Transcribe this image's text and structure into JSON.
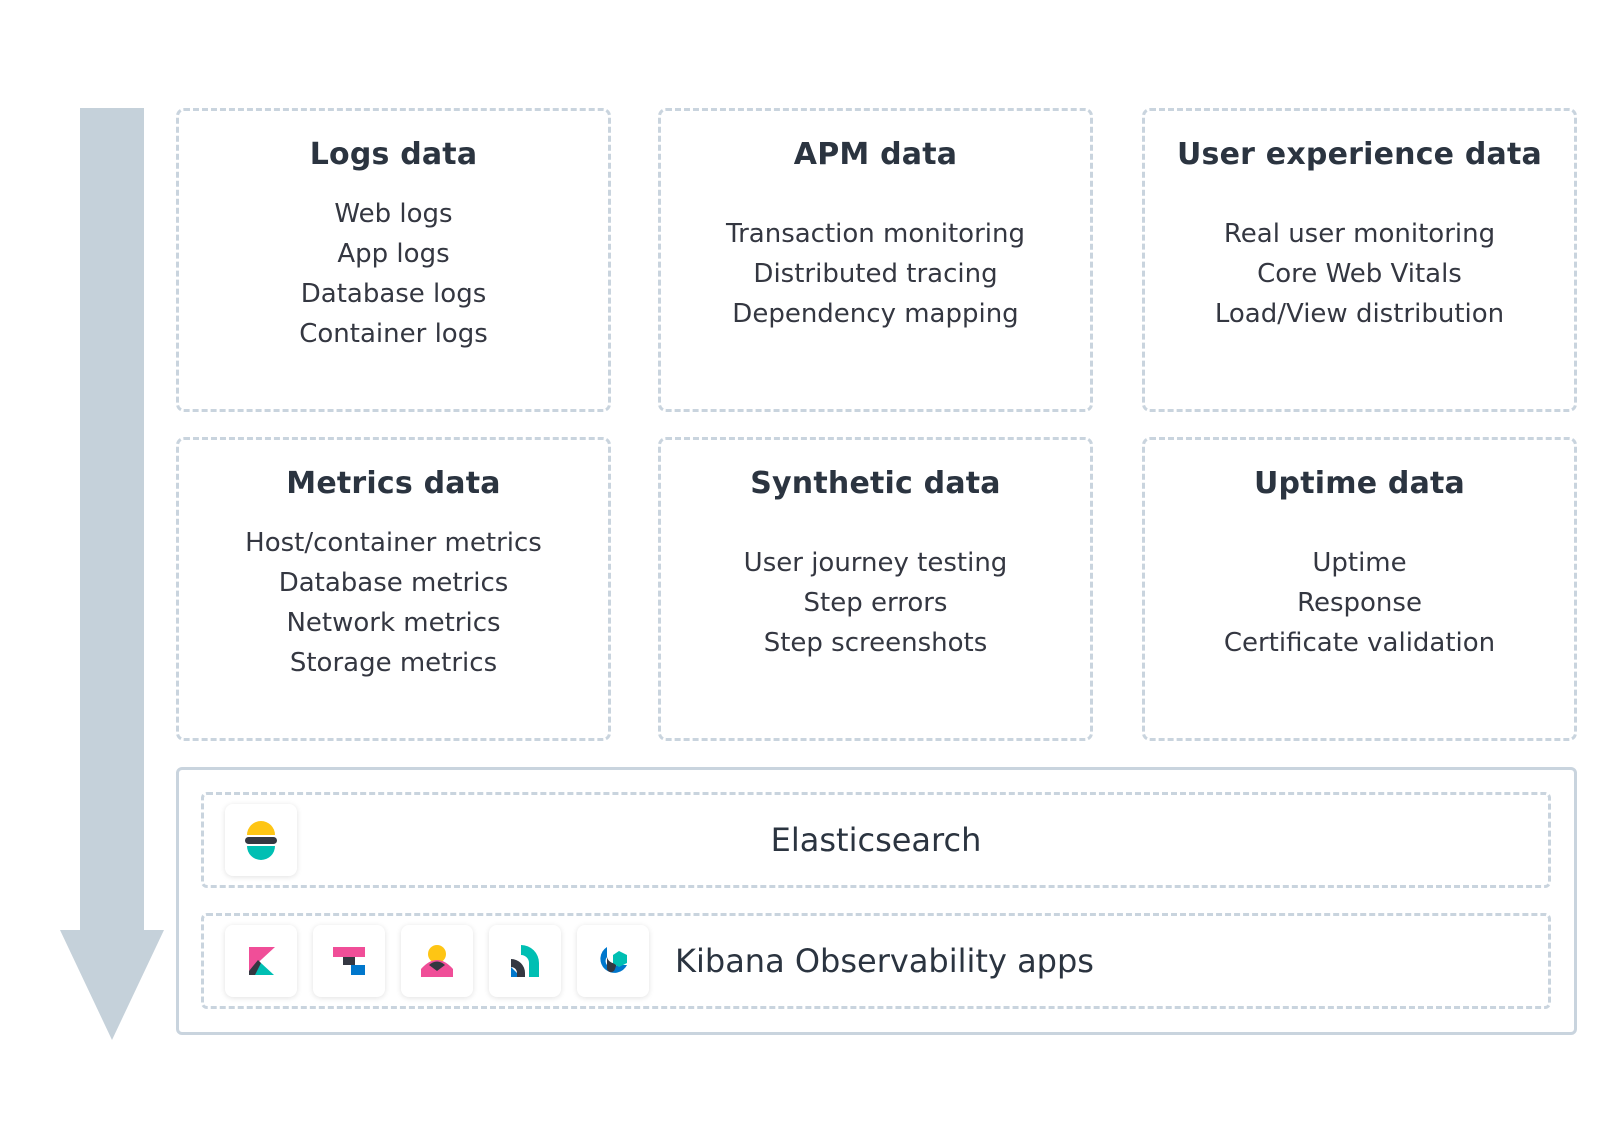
{
  "boxes": [
    {
      "title": "Logs data",
      "items": [
        "Web logs",
        "App logs",
        "Database logs",
        "Container logs"
      ]
    },
    {
      "title": "APM data",
      "items": [
        "Transaction monitoring",
        "Distributed tracing",
        "Dependency mapping"
      ]
    },
    {
      "title": "User experience data",
      "items": [
        "Real user monitoring",
        "Core Web Vitals",
        "Load/View distribution"
      ]
    },
    {
      "title": "Metrics data",
      "items": [
        "Host/container metrics",
        "Database metrics",
        "Network metrics",
        "Storage metrics"
      ]
    },
    {
      "title": "Synthetic data",
      "items": [
        "User journey testing",
        "Step errors",
        "Step screenshots"
      ]
    },
    {
      "title": "Uptime data",
      "items": [
        "Uptime",
        "Response",
        "Certificate validation"
      ]
    }
  ],
  "platform": {
    "elasticsearch_label": "Elasticsearch",
    "kibana_label": "Kibana Observability apps",
    "elasticsearch_icon": "elasticsearch-logo-icon",
    "kibana_icons": [
      "kibana-logo-icon",
      "observability-logo-icon",
      "uptime-logo-icon",
      "apm-logo-icon",
      "metrics-logo-icon"
    ]
  },
  "colors": {
    "arrow": "#c5d1da",
    "border": "#c9d4de",
    "title_text": "#2b3440",
    "body_text": "#343741",
    "elastic_yellow": "#fec514",
    "elastic_teal": "#00bfb3",
    "elastic_pink": "#f04e98",
    "elastic_blue": "#0077cc",
    "elastic_dark": "#343741"
  }
}
